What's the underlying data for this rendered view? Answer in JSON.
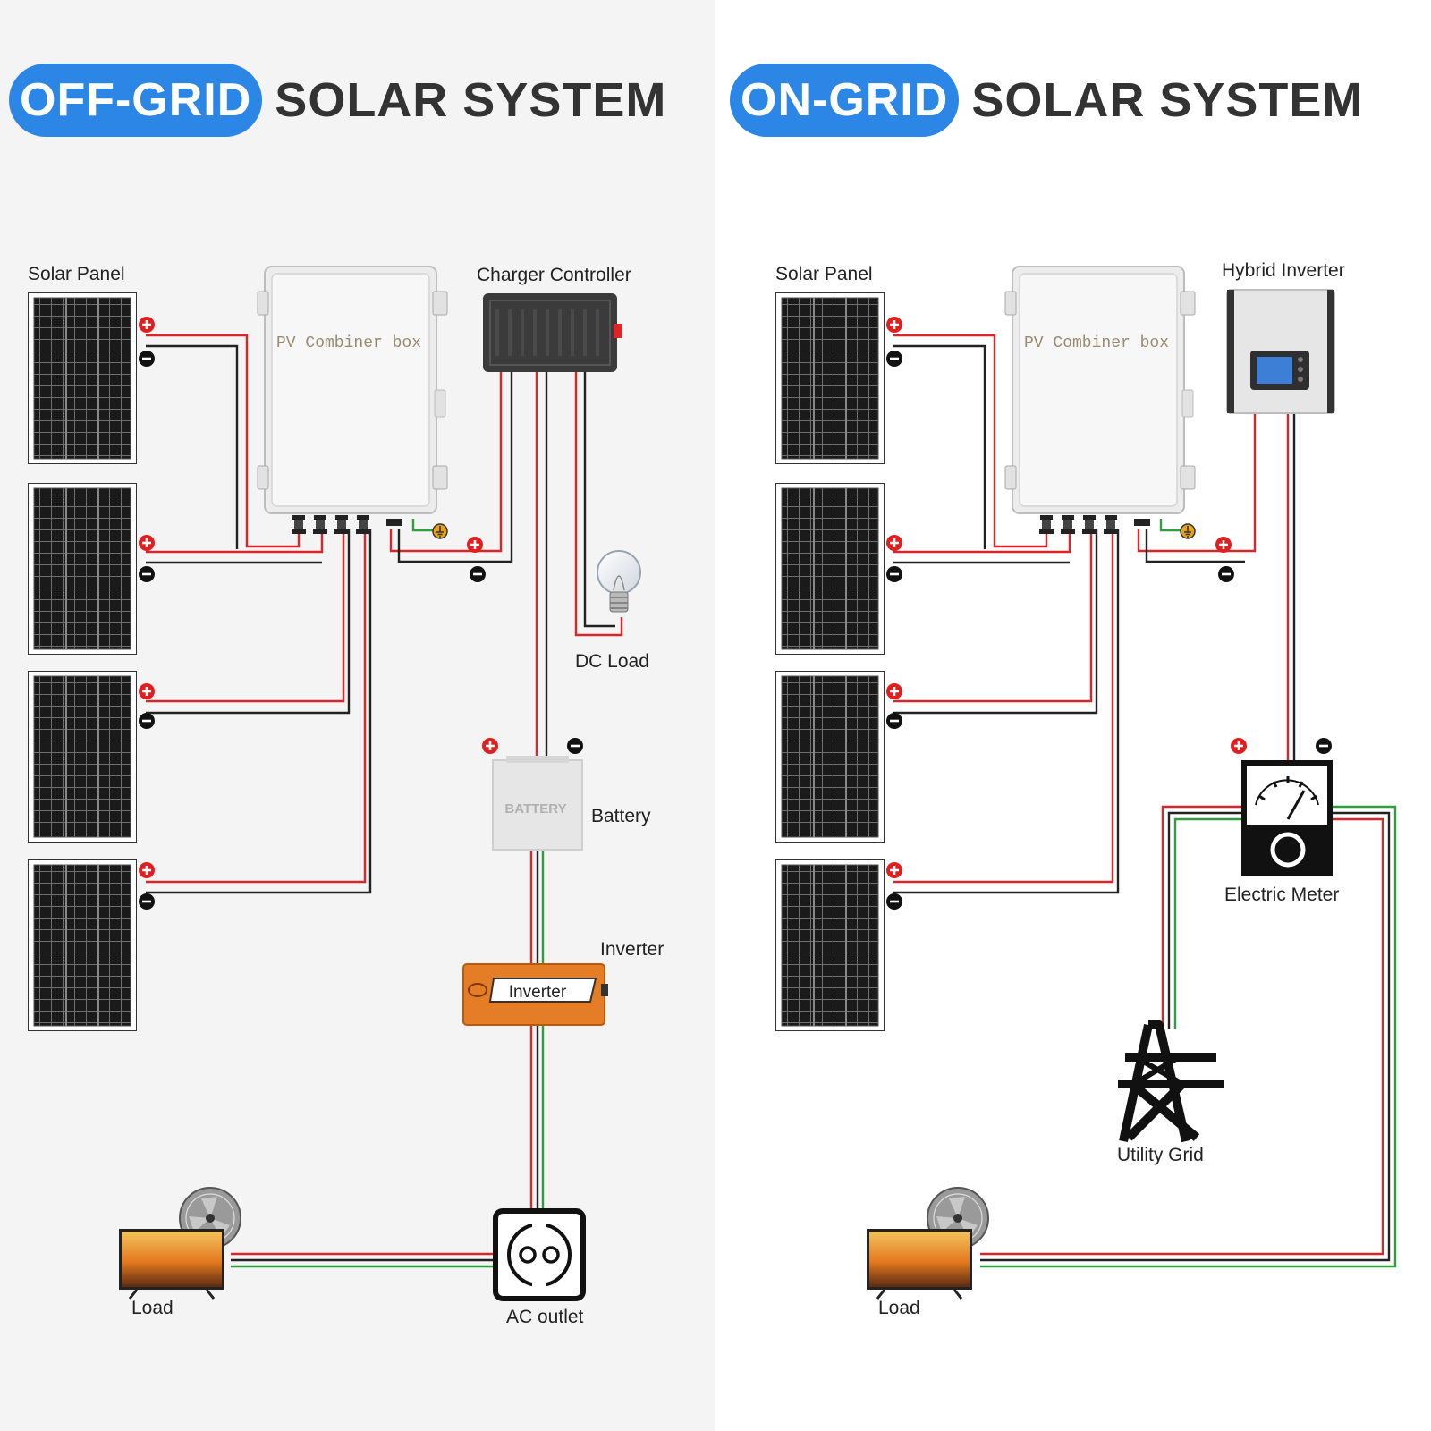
{
  "off_grid": {
    "badge": "OFF-GRID",
    "title": "SOLAR SYSTEM",
    "labels": {
      "solar_panel": "Solar Panel",
      "combiner_box": "PV Combiner box",
      "charger_controller": "Charger Controller",
      "dc_load": "DC Load",
      "battery_text": "BATTERY",
      "battery": "Battery",
      "inverter": "Inverter",
      "inverter_text": "Inverter",
      "load": "Load",
      "ac_outlet": "AC outlet"
    }
  },
  "on_grid": {
    "badge": "ON-GRID",
    "title": "SOLAR SYSTEM",
    "labels": {
      "solar_panel": "Solar Panel",
      "combiner_box": "PV Combiner box",
      "hybrid_inverter": "Hybrid Inverter",
      "electric_meter": "Electric Meter",
      "utility_grid": "Utility Grid",
      "load": "Load"
    }
  },
  "colors": {
    "accent": "#2c86e6",
    "wire_positive": "#d9262b",
    "wire_negative": "#222222",
    "wire_ground": "#2e9e3e",
    "inverter_orange": "#e57d26"
  }
}
